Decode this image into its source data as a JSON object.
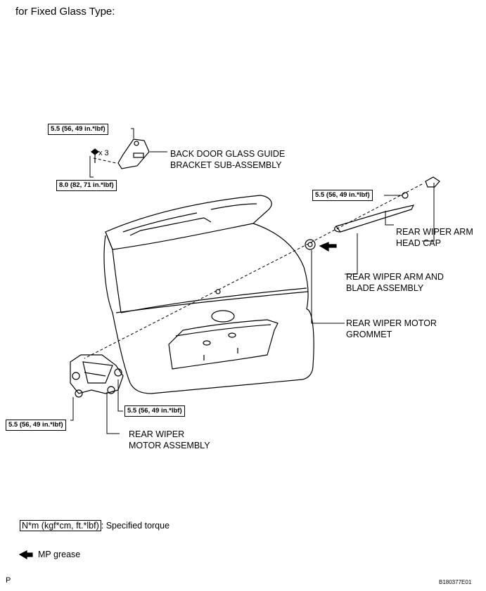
{
  "title": "for Fixed Glass Type:",
  "labels": {
    "guide_bracket_l1": "BACK DOOR GLASS GUIDE",
    "guide_bracket_l2": "BRACKET SUB-ASSEMBLY",
    "head_cap_l1": "REAR WIPER ARM",
    "head_cap_l2": "HEAD CAP",
    "arm_blade_l1": "REAR WIPER ARM AND",
    "arm_blade_l2": "BLADE ASSEMBLY",
    "grommet_l1": "REAR WIPER MOTOR",
    "grommet_l2": "GROMMET",
    "motor_l1": "REAR WIPER",
    "motor_l2": "MOTOR ASSEMBLY",
    "screw_count": "x 3"
  },
  "torques": {
    "bracket_top": "5.5 (56, 49 in.*lbf)",
    "bracket_screw": "8.0 (82, 71 in.*lbf)",
    "arm_nut": "5.5 (56, 49 in.*lbf)",
    "motor_right": "5.5 (56, 49 in.*lbf)",
    "motor_left": "5.5 (56, 49 in.*lbf)"
  },
  "legend": {
    "torque_box": "N*m (kgf*cm, ft.*lbf)",
    "torque_text": ": Specified torque",
    "grease_text": "MP grease"
  },
  "footer": {
    "left": "P",
    "right": "B180377E01"
  }
}
